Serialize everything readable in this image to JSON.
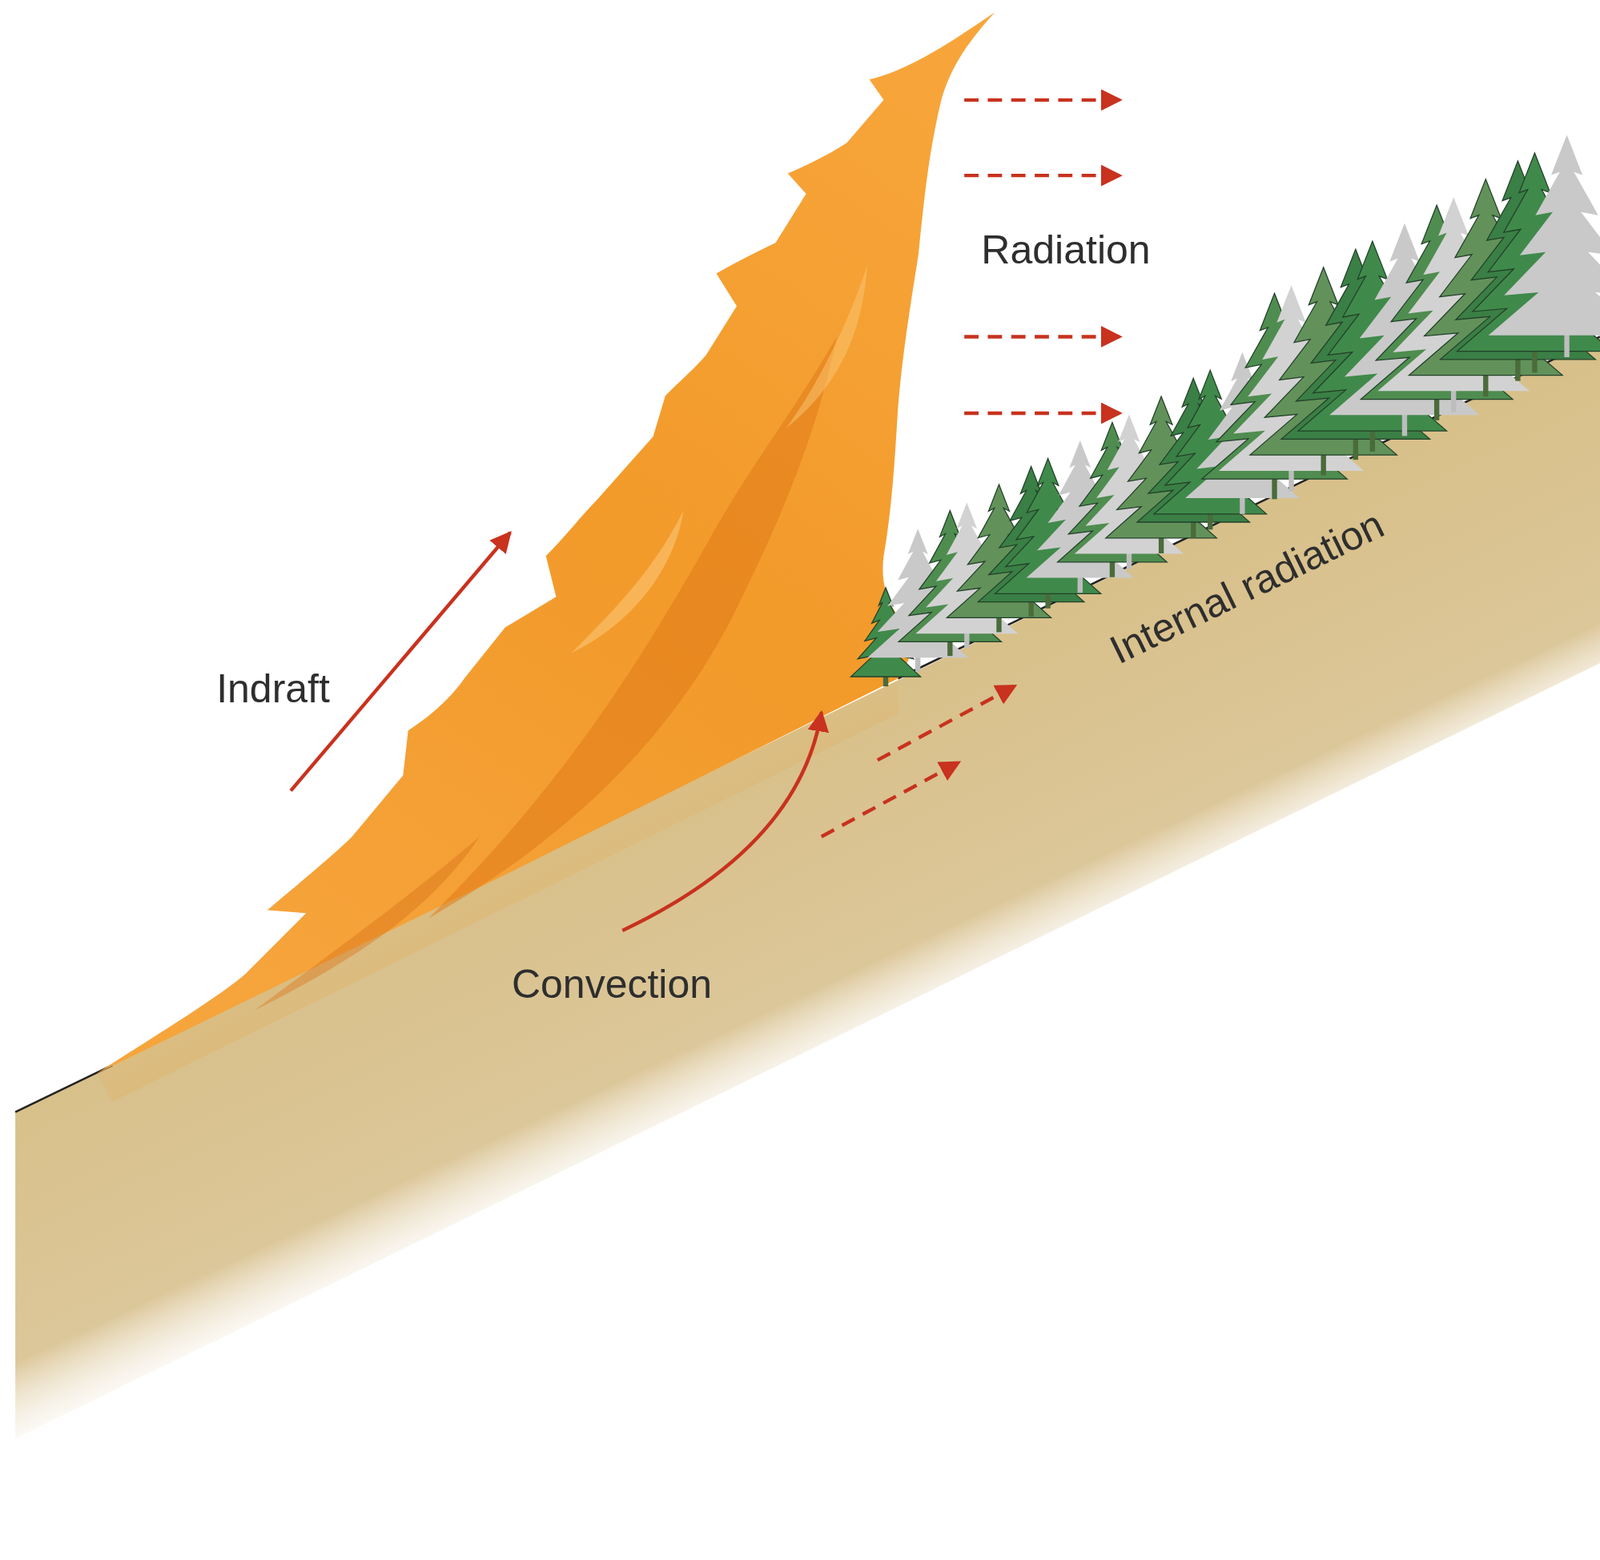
{
  "diagram": {
    "labels": [
      "Radiation",
      "Indraft",
      "Convection",
      "Internal radiation"
    ]
  }
}
